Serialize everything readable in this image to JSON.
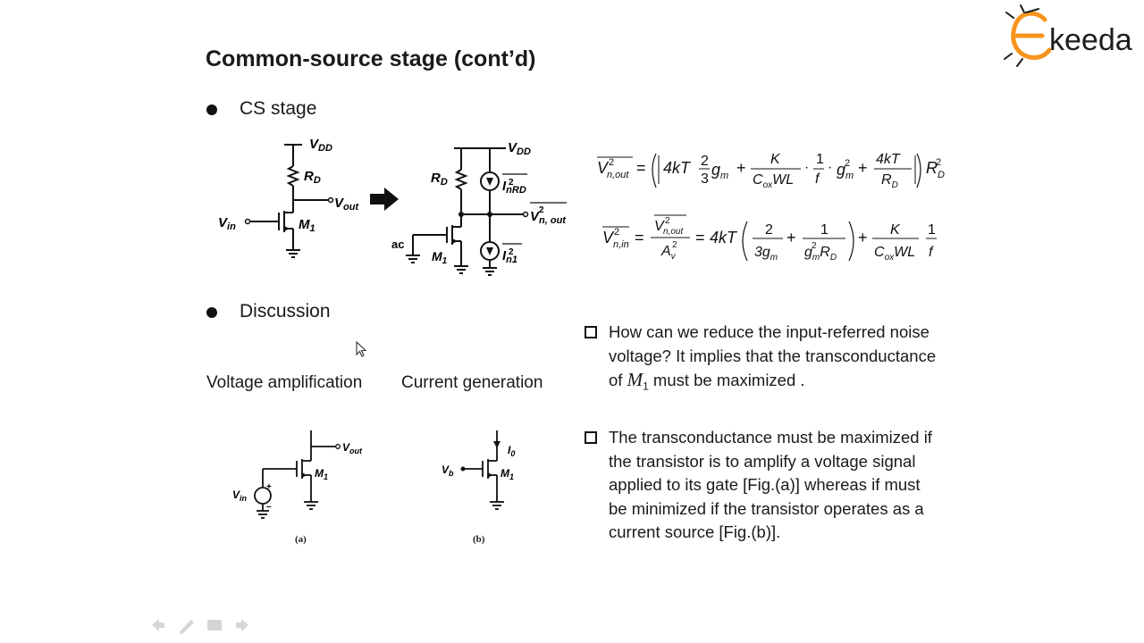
{
  "slide": {
    "title": "Common-source stage (cont’d)",
    "bullets": [
      "CS stage",
      "Discussion"
    ],
    "captions": {
      "voltage": "Voltage amplification",
      "current": "Current generation"
    },
    "fig_labels": {
      "a": "(a)",
      "b": "(b)"
    }
  },
  "circuit1": {
    "vdd": "DD",
    "rd": "D",
    "vout": "out",
    "vin": "in",
    "m1": "1"
  },
  "circuit2": {
    "vdd": "DD",
    "rd": "D",
    "inrd": "nRD",
    "vnout": "n, out",
    "in1": "n1",
    "ac": "ac",
    "m1": "1"
  },
  "circuit_a": {
    "vout": "out",
    "vin": "in",
    "m1": "1"
  },
  "circuit_b": {
    "i0": "0",
    "vb": "b",
    "m1": "1"
  },
  "equations": {
    "eq1": {
      "lhs_sub": "n,out",
      "t1": "4kT",
      "two": "2",
      "three": "3",
      "gm": "g",
      "gm_sub": "m",
      "K": "K",
      "CoxWL": "WL",
      "Cox_sub": "ox",
      "one": "1",
      "f": "f",
      "fourkT": "4kT",
      "RD": "R",
      "RD_sub": "D"
    },
    "eq2": {
      "lhs_sub": "n,in",
      "num_sub": "n,out",
      "Av": "A",
      "Av_sub": "v",
      "t1": "4kT",
      "two": "2",
      "three_g": "3g",
      "gm_sub": "m",
      "one": "1",
      "g": "g",
      "RD": "R",
      "RD_sub": "D",
      "K": "K",
      "CoxWL": "WL",
      "Cox_sub": "ox",
      "f": "f"
    }
  },
  "questions": [
    {
      "part1": "How can we reduce the input-referred noise voltage? It implies that the transconductance of ",
      "M": "M",
      "sub": "1",
      "part2": " must be maximized ."
    },
    {
      "text": "The transconductance must be maximized if the transistor is to amplify a voltage signal applied to its gate [Fig.(a)] whereas if must be minimized if the transistor operates as a current source [Fig.(b)]."
    }
  ],
  "logo": {
    "text": "keeda",
    "accent": "#f7941d",
    "ink": "#1d1d1b"
  },
  "colors": {
    "text": "#1a1a1a",
    "background": "#ffffff"
  },
  "icons": [
    "cursor-icon",
    "slide-back-icon",
    "pen-icon",
    "menu-icon",
    "slide-forward-icon"
  ]
}
